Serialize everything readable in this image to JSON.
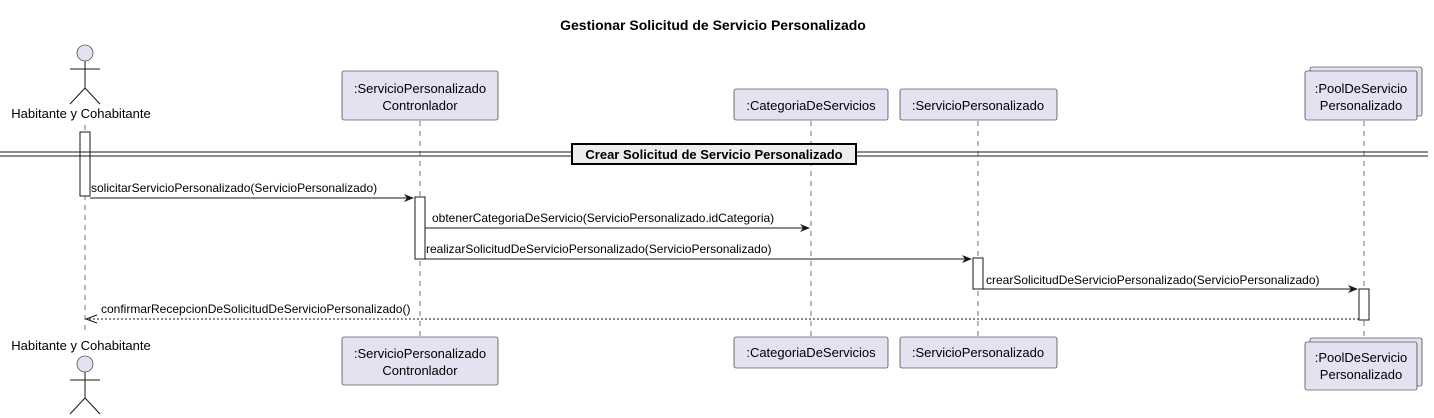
{
  "title": "Gestionar Solicitud de Servicio Personalizado",
  "participants": {
    "actor": "Habitante y Cohabitante",
    "controller": {
      "line1": ":ServicioPersonalizado",
      "line2": "Contronlador"
    },
    "categoria": ":CategoriaDeServicios",
    "servicio": ":ServicioPersonalizado",
    "pool": {
      "line1": ":PoolDeServicio",
      "line2": "Personalizado"
    }
  },
  "separator": "Crear Solicitud de Servicio Personalizado",
  "messages": [
    {
      "label": "solicitarServicioPersonalizado(ServicioPersonalizado)",
      "type": "sync"
    },
    {
      "label": "obtenerCategoriaDeServicio(ServicioPersonalizado.idCategoria)",
      "type": "sync"
    },
    {
      "label": "realizarSolicitudDeServicioPersonalizado(ServicioPersonalizado)",
      "type": "sync"
    },
    {
      "label": "crearSolicitudDeServicioPersonalizado(ServicioPersonalizado)",
      "type": "sync"
    },
    {
      "label": "confirmarRecepcionDeSolicitudDeServicioPersonalizado()",
      "type": "return"
    }
  ],
  "colors": {
    "participant_fill": "#e2e2f0",
    "line": "#181818"
  }
}
